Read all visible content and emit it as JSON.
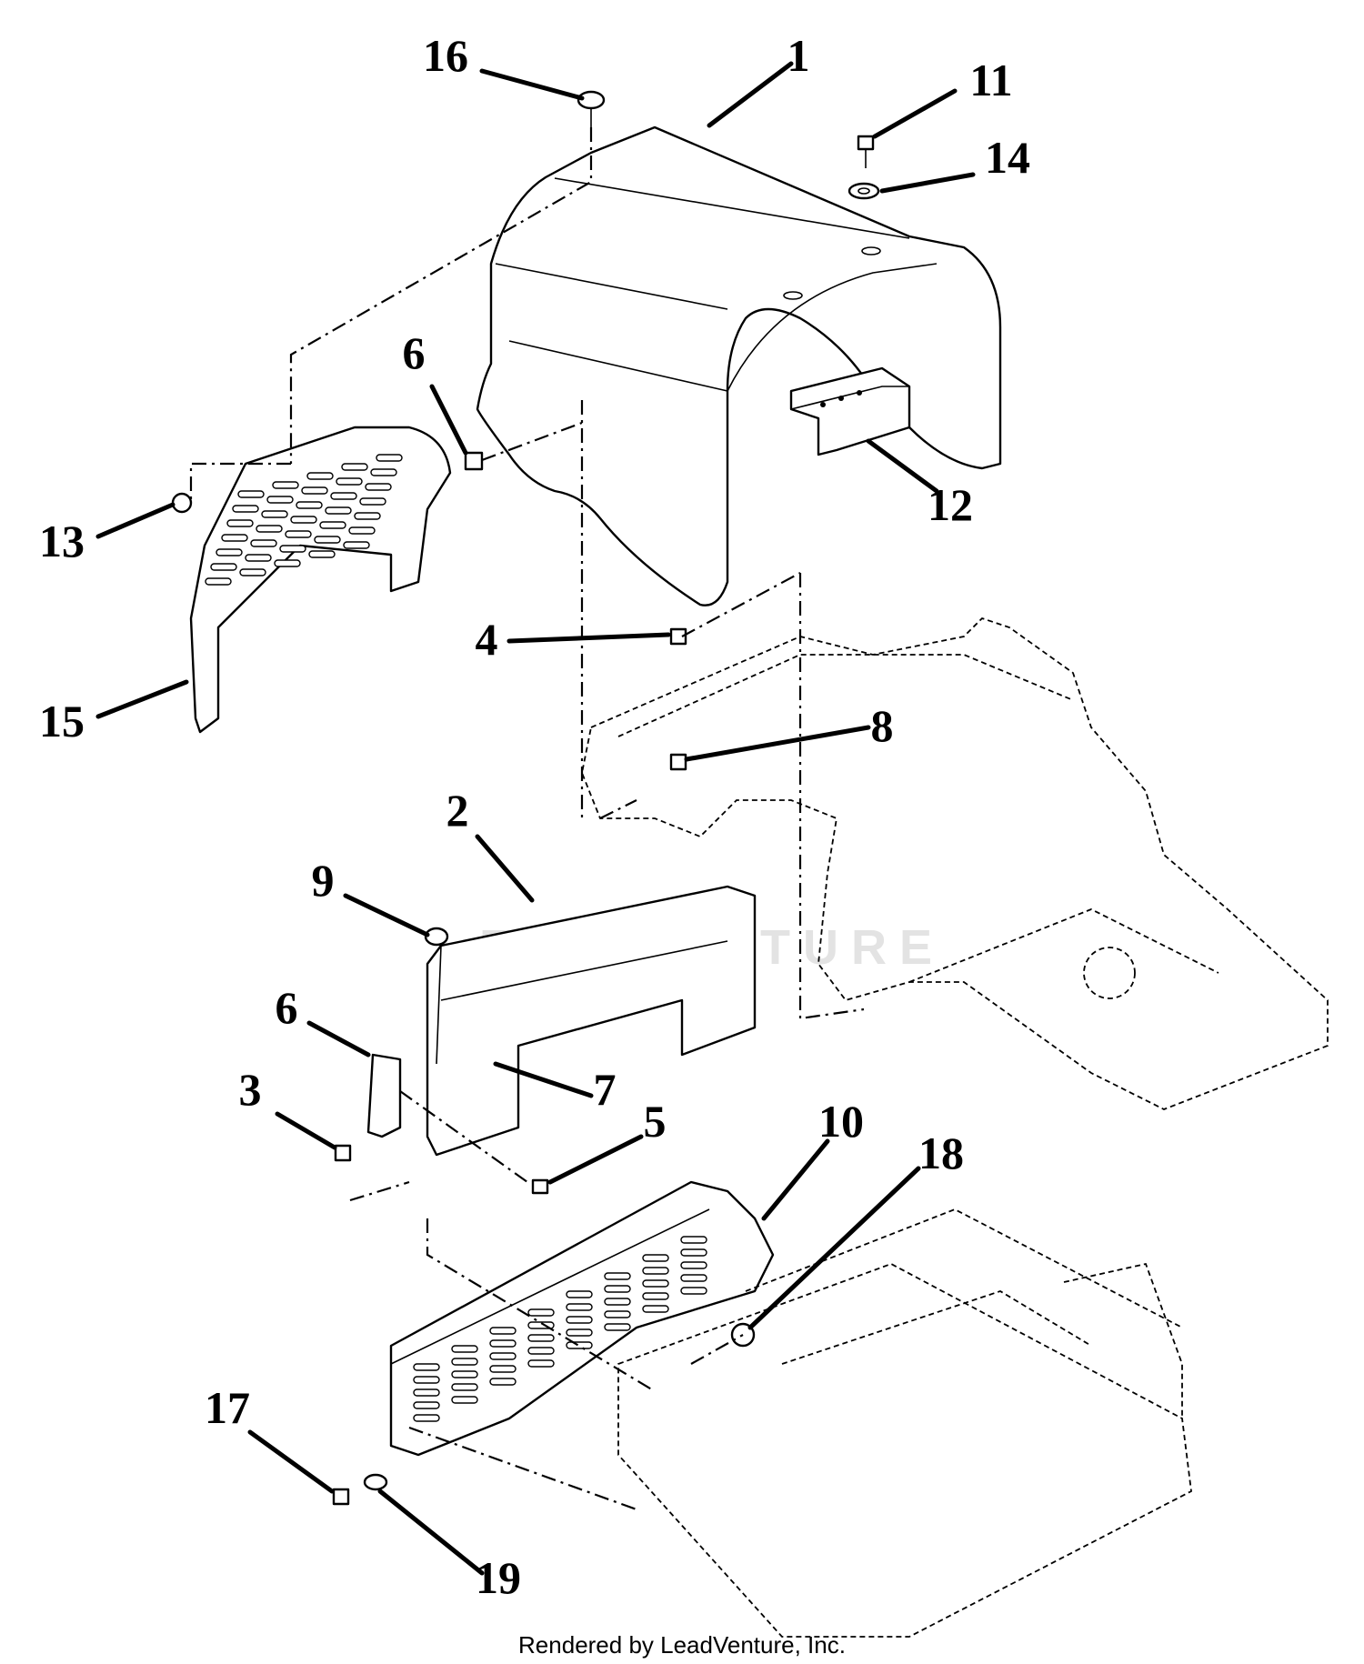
{
  "callouts": [
    {
      "id": "16",
      "label": "16"
    },
    {
      "id": "1",
      "label": "1"
    },
    {
      "id": "11",
      "label": "11"
    },
    {
      "id": "14",
      "label": "14"
    },
    {
      "id": "6a",
      "label": "6"
    },
    {
      "id": "13",
      "label": "13"
    },
    {
      "id": "12",
      "label": "12"
    },
    {
      "id": "15",
      "label": "15"
    },
    {
      "id": "4",
      "label": "4"
    },
    {
      "id": "8",
      "label": "8"
    },
    {
      "id": "2",
      "label": "2"
    },
    {
      "id": "9",
      "label": "9"
    },
    {
      "id": "6b",
      "label": "6"
    },
    {
      "id": "7",
      "label": "7"
    },
    {
      "id": "3",
      "label": "3"
    },
    {
      "id": "5",
      "label": "5"
    },
    {
      "id": "10",
      "label": "10"
    },
    {
      "id": "18",
      "label": "18"
    },
    {
      "id": "17",
      "label": "17"
    },
    {
      "id": "19",
      "label": "19"
    }
  ],
  "watermark": "LEADVENTURE",
  "footer": "Rendered by LeadVenture, Inc."
}
